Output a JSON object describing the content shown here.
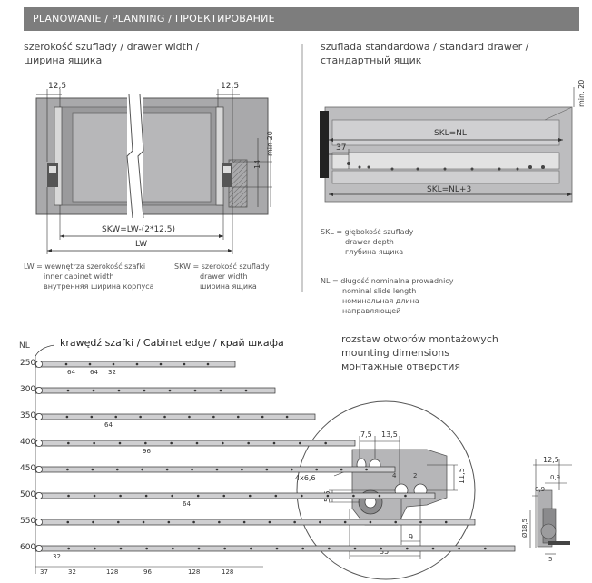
{
  "banner": {
    "title": "PLANOWANIE / PLANNING / ПРОЕКТИРОВАНИЕ"
  },
  "left_section": {
    "title_pl": "szerokość szuflady / drawer width /",
    "title_ru": "ширина ящика",
    "dims": {
      "side_left": "12,5",
      "side_right": "12,5",
      "min": "min 20",
      "h14": "14",
      "skw": "SKW=LW-(2*12,5)",
      "lw": "LW"
    },
    "legend_lw": [
      "LW = wewnętrza szerokość szafki",
      "inner cabinet width",
      "внутренняя ширина корпуса"
    ],
    "legend_skw": [
      "SKW = szerokość szuflady",
      "drawer width",
      "ширина ящика"
    ]
  },
  "right_section": {
    "title_pl": "szuflada standardowa / standard drawer /",
    "title_ru": "стандартный ящик",
    "dims": {
      "skl_nl": "SKL=NL",
      "skl_nl3": "SKL=NL+3",
      "d37": "37",
      "min20": "min. 20"
    },
    "legend_skl": [
      "SKL = głębokość szuflady",
      "drawer depth",
      "глубина ящика"
    ],
    "legend_nl": [
      "NL = długość nominalna prowadnicy",
      "nominal slide length",
      "номинальная длина",
      "направляющей"
    ]
  },
  "mounting": {
    "title": [
      "rozstaw otworów montażowych",
      "mounting dimensions",
      "монтажные отверстия"
    ],
    "dims": {
      "a": "7,5",
      "b": "13,5",
      "holes": "4x6,6",
      "c": "11,5",
      "d": "5,5",
      "e": "9",
      "f": "35",
      "d1": "4",
      "d2": "2"
    }
  },
  "side_detail": {
    "dims": {
      "a": "12,5",
      "b": "0,9",
      "c": "0,9",
      "d": "Ø18,5",
      "e": "5"
    }
  },
  "slides": {
    "header": "NL",
    "edge_label": "krawędź szafki / Cabinet edge / край шкафа",
    "lengths": [
      "250",
      "300",
      "350",
      "400",
      "450",
      "500",
      "550",
      "600"
    ],
    "dims_250": [
      "64",
      "64",
      "32"
    ],
    "dim_350": "64",
    "dim_400": "96",
    "dim_500": "64",
    "dim_600": "32",
    "bottom": [
      "37",
      "32",
      "128",
      "96",
      "128",
      "128"
    ]
  }
}
